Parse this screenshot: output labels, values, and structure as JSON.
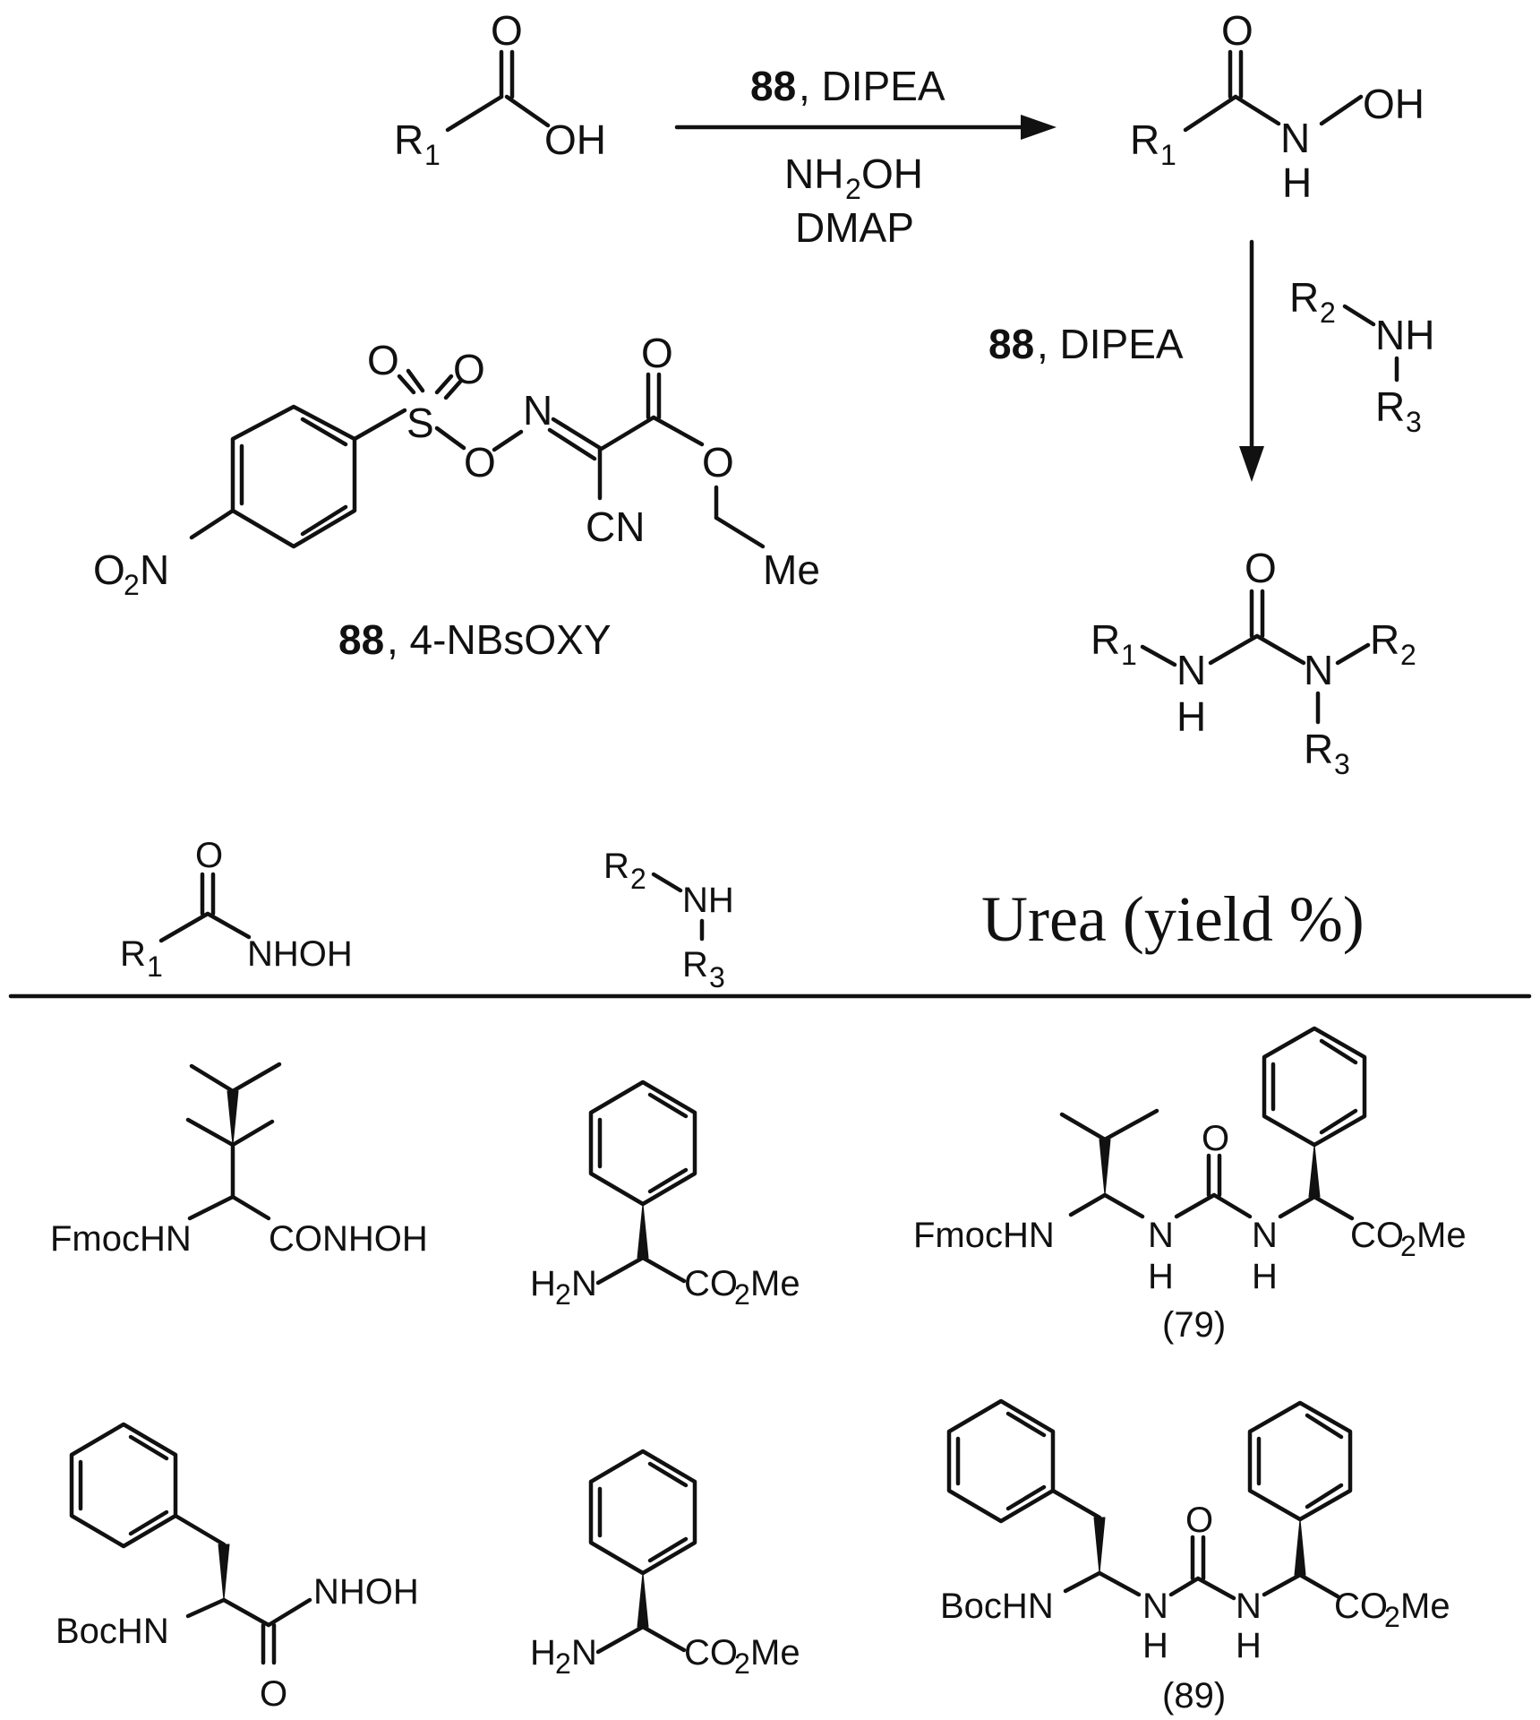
{
  "scheme": {
    "reagent_label": "88",
    "reaction1": {
      "above": ", DIPEA",
      "below1_pre": "NH",
      "below1_sub": "2",
      "below1_post": "OH",
      "below2": "DMAP"
    },
    "reaction2": {
      "label": ", DIPEA"
    },
    "atoms": {
      "O": "O",
      "OH": "OH",
      "R": "R",
      "sub1": "1",
      "sub2": "2",
      "sub3": "3",
      "N": "N",
      "H": "H",
      "NH": "NH",
      "NHOH": "NHOH",
      "S": "S",
      "CN": "CN",
      "Me": "Me",
      "O2N_O": "O",
      "O2N_N": "N",
      "CO2Me_pre": "CO",
      "CO2Me_post": "Me",
      "H2N_H": "H",
      "H2N_N": "N",
      "FmocHN": "FmocHN",
      "BocHN": "BocHN",
      "CONHOH": "CONHOH"
    },
    "reagent_name": ", 4-NBsOXY"
  },
  "table": {
    "header_urea": "Urea (yield %)",
    "rows": [
      {
        "yield": "(79)"
      },
      {
        "yield": "(89)"
      }
    ]
  }
}
